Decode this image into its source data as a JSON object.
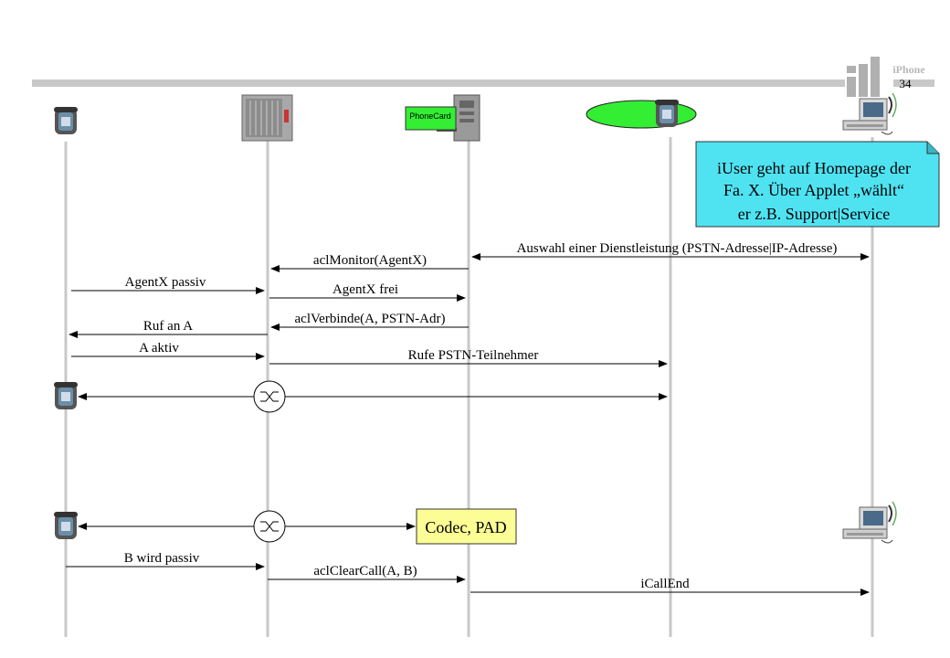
{
  "header": {
    "brand": "iPhone",
    "page_number": "34"
  },
  "entities": {
    "phonecard_label": "PhoneCard"
  },
  "note": {
    "lines": [
      "iUser geht auf Homepage der",
      "Fa. X. Über Applet „wählt“",
      "er z.B. Support|Service"
    ],
    "fill": "#4fe3f2"
  },
  "messages": [
    {
      "text": "Auswahl einer Dienstleistung (PSTN-Adresse|IP-Adresse)"
    },
    {
      "text": "aclMonitor(AgentX)"
    },
    {
      "text": "AgentX passiv"
    },
    {
      "text": "AgentX frei"
    },
    {
      "text": "aclVerbinde(A, PSTN-Adr)"
    },
    {
      "text": "Ruf an A"
    },
    {
      "text": "A aktiv"
    },
    {
      "text": "Rufe PSTN-Teilnehmer"
    },
    {
      "text": "B wird passiv"
    },
    {
      "text": "aclClearCall(A, B)"
    },
    {
      "text": "iCallEnd"
    }
  ],
  "codec_box": {
    "label": "Codec, PAD",
    "fill": "#fdfd96"
  },
  "colors": {
    "lifeline": "#c8c8c8",
    "header_bar": "#c8c8c8",
    "pstn_oval": "#33ee33",
    "phonecard_fill": "#33ee33"
  },
  "icons": [
    "telephone-icon",
    "pbx-switch-icon",
    "server-tower-icon",
    "computer-icon",
    "switch-circle-icon"
  ]
}
